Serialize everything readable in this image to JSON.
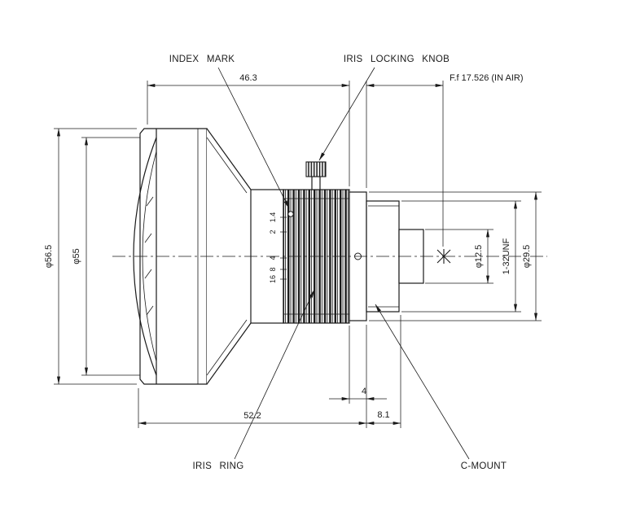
{
  "drawing": {
    "callouts": {
      "index_mark": "INDEX MARK",
      "iris_locking_knob": "IRIS LOCKING KNOB",
      "ff": "F.f 17.526 (IN AIR)",
      "iris_ring": "IRIS RING",
      "c_mount": "C-MOUNT"
    },
    "dims": {
      "length_46_3": "46.3",
      "dia_56_5": "φ56.5",
      "dia_55": "φ55",
      "dia_12_5": "φ12.5",
      "thread": "1-32UNF",
      "dia_29_5": "φ29.5",
      "length_52_2": "52.2",
      "length_8_1": "8.1",
      "length_4": "4"
    },
    "aperture_scale": [
      "1.4",
      "2",
      "4",
      "8",
      "16"
    ]
  }
}
